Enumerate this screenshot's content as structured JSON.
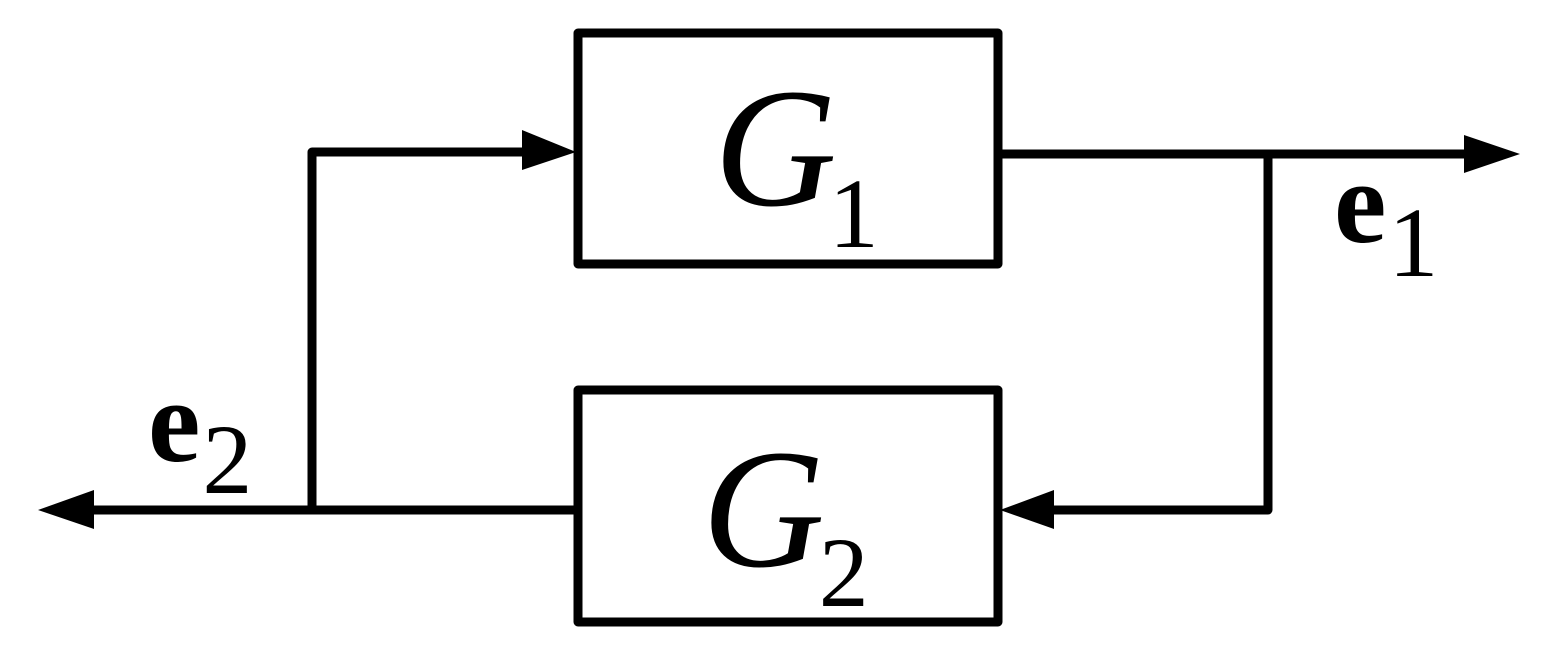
{
  "blocks": {
    "g1": {
      "main": "G",
      "sub": "1"
    },
    "g2": {
      "main": "G",
      "sub": "2"
    }
  },
  "signals": {
    "e1": {
      "main": "e",
      "sub": "1"
    },
    "e2": {
      "main": "e",
      "sub": "2"
    }
  },
  "colors": {
    "stroke": "#000000",
    "background": "#ffffff"
  }
}
